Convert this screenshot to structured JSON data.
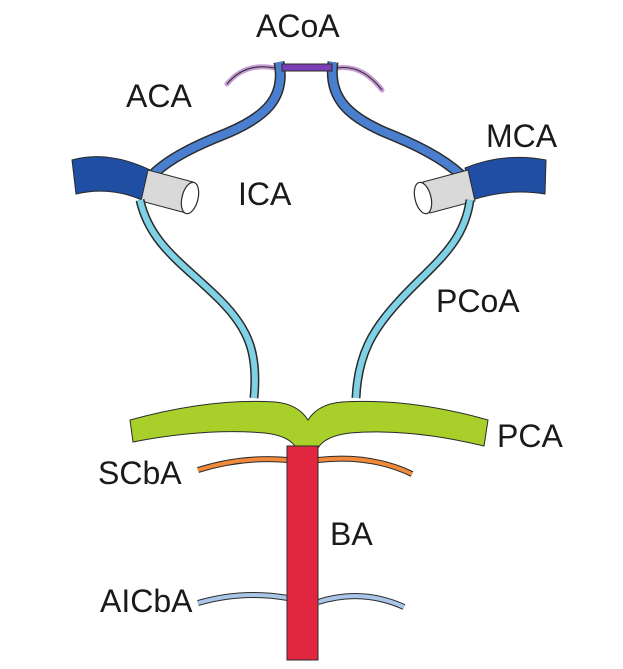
{
  "labels": {
    "acoa": "ACoA",
    "aca": "ACA",
    "mca": "MCA",
    "ica": "ICA",
    "pcoa": "PCoA",
    "pca": "PCA",
    "scba": "SCbA",
    "ba": "BA",
    "aicba": "AICbA"
  },
  "colors": {
    "acoa": "#7b3fb5",
    "aca_branch": "#c79ad6",
    "aca_vessel": "#4a7fd0",
    "mca": "#1f4ea3",
    "ica_stump": "#d9d9d9",
    "pcoa": "#7fd1e6",
    "pca": "#a8cf2a",
    "scba": "#f08a3a",
    "ba": "#e0273f",
    "aicba": "#a9c6e8",
    "outline": "#2b2b2b",
    "text": "#1a1a1a"
  }
}
